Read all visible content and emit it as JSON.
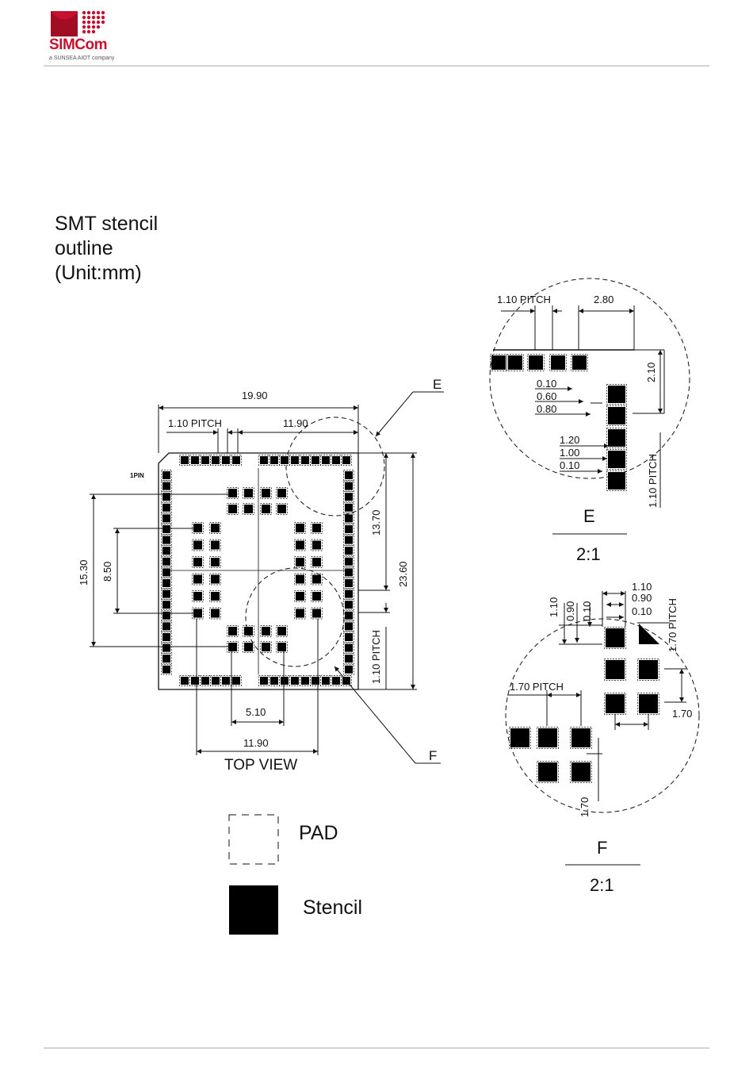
{
  "header": {
    "logo_text_a": "SIM",
    "logo_text_b": "Com",
    "logo_tagline": "a SUNSEA AIOT company"
  },
  "title": {
    "line1": "SMT stencil",
    "line2": "outline",
    "line3": "(Unit:mm)"
  },
  "top_view": {
    "caption": "TOP VIEW",
    "pin1_label": "1PIN",
    "dims": {
      "width": "19.90",
      "pitch_top": "1.10 PITCH",
      "top_right": "11.90",
      "left_outer": "15.30",
      "left_inner": "8.50",
      "right_upper": "13.70",
      "right_overall": "23.60",
      "right_pitch": "1.10 PITCH",
      "bottom_inner": "5.10",
      "bottom_outer": "11.90"
    },
    "callout_e": "E",
    "callout_f": "F"
  },
  "detail_e": {
    "label": "E",
    "scale": "2:1",
    "dims": {
      "pitch": "1.10 PITCH",
      "d280": "2.80",
      "d210": "2.10",
      "d010a": "0.10",
      "d060": "0.60",
      "d080": "0.80",
      "d120": "1.20",
      "d100": "1.00",
      "d010b": "0.10",
      "side_pitch": "1.10 PITCH"
    }
  },
  "detail_f": {
    "label": "F",
    "scale": "2:1",
    "dims": {
      "d110v": "1.10",
      "d090v": "0.90",
      "d010v": "0.10",
      "d110h": "1.10",
      "d090h": "0.90",
      "d010h": "0.10",
      "side_pitch": "1.70 PITCH",
      "pitch": "1.70  PITCH",
      "d170h": "1.70",
      "d170v": "1.70"
    }
  },
  "legend": {
    "pad": "PAD",
    "stencil": "Stencil"
  }
}
